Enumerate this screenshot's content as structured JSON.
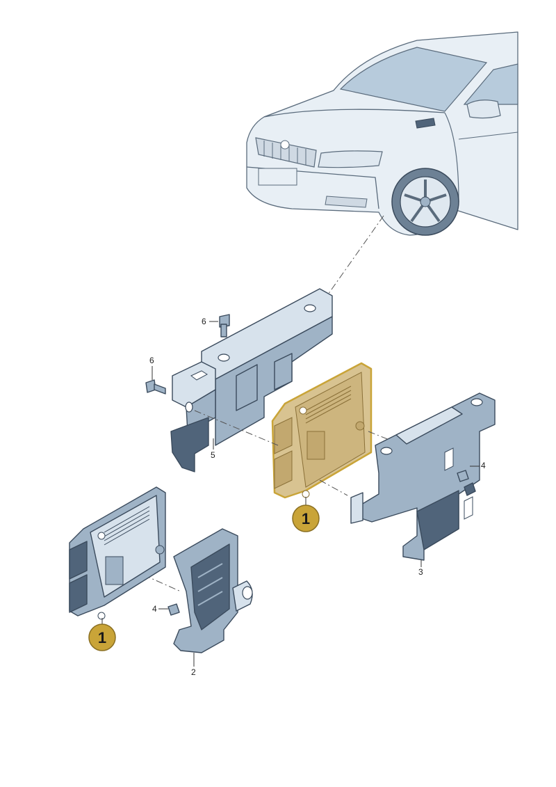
{
  "callouts": [
    {
      "id": "ecu-highlighted",
      "label": "1",
      "color": "#c9a438"
    },
    {
      "id": "ecu-alt",
      "label": "1",
      "color": "#c9a438"
    }
  ],
  "part_labels": {
    "bracket_3": "3",
    "bracket_2": "2",
    "bracket_5": "5",
    "bolt_6_top": "6",
    "bolt_6_side": "6",
    "nut_4_right": "4",
    "nut_4_left": "4"
  },
  "colors": {
    "highlight": "#d8c391",
    "highlight_outline": "#c9a438",
    "part_fill": "#9fb3c6",
    "part_dark": "#50647a"
  }
}
